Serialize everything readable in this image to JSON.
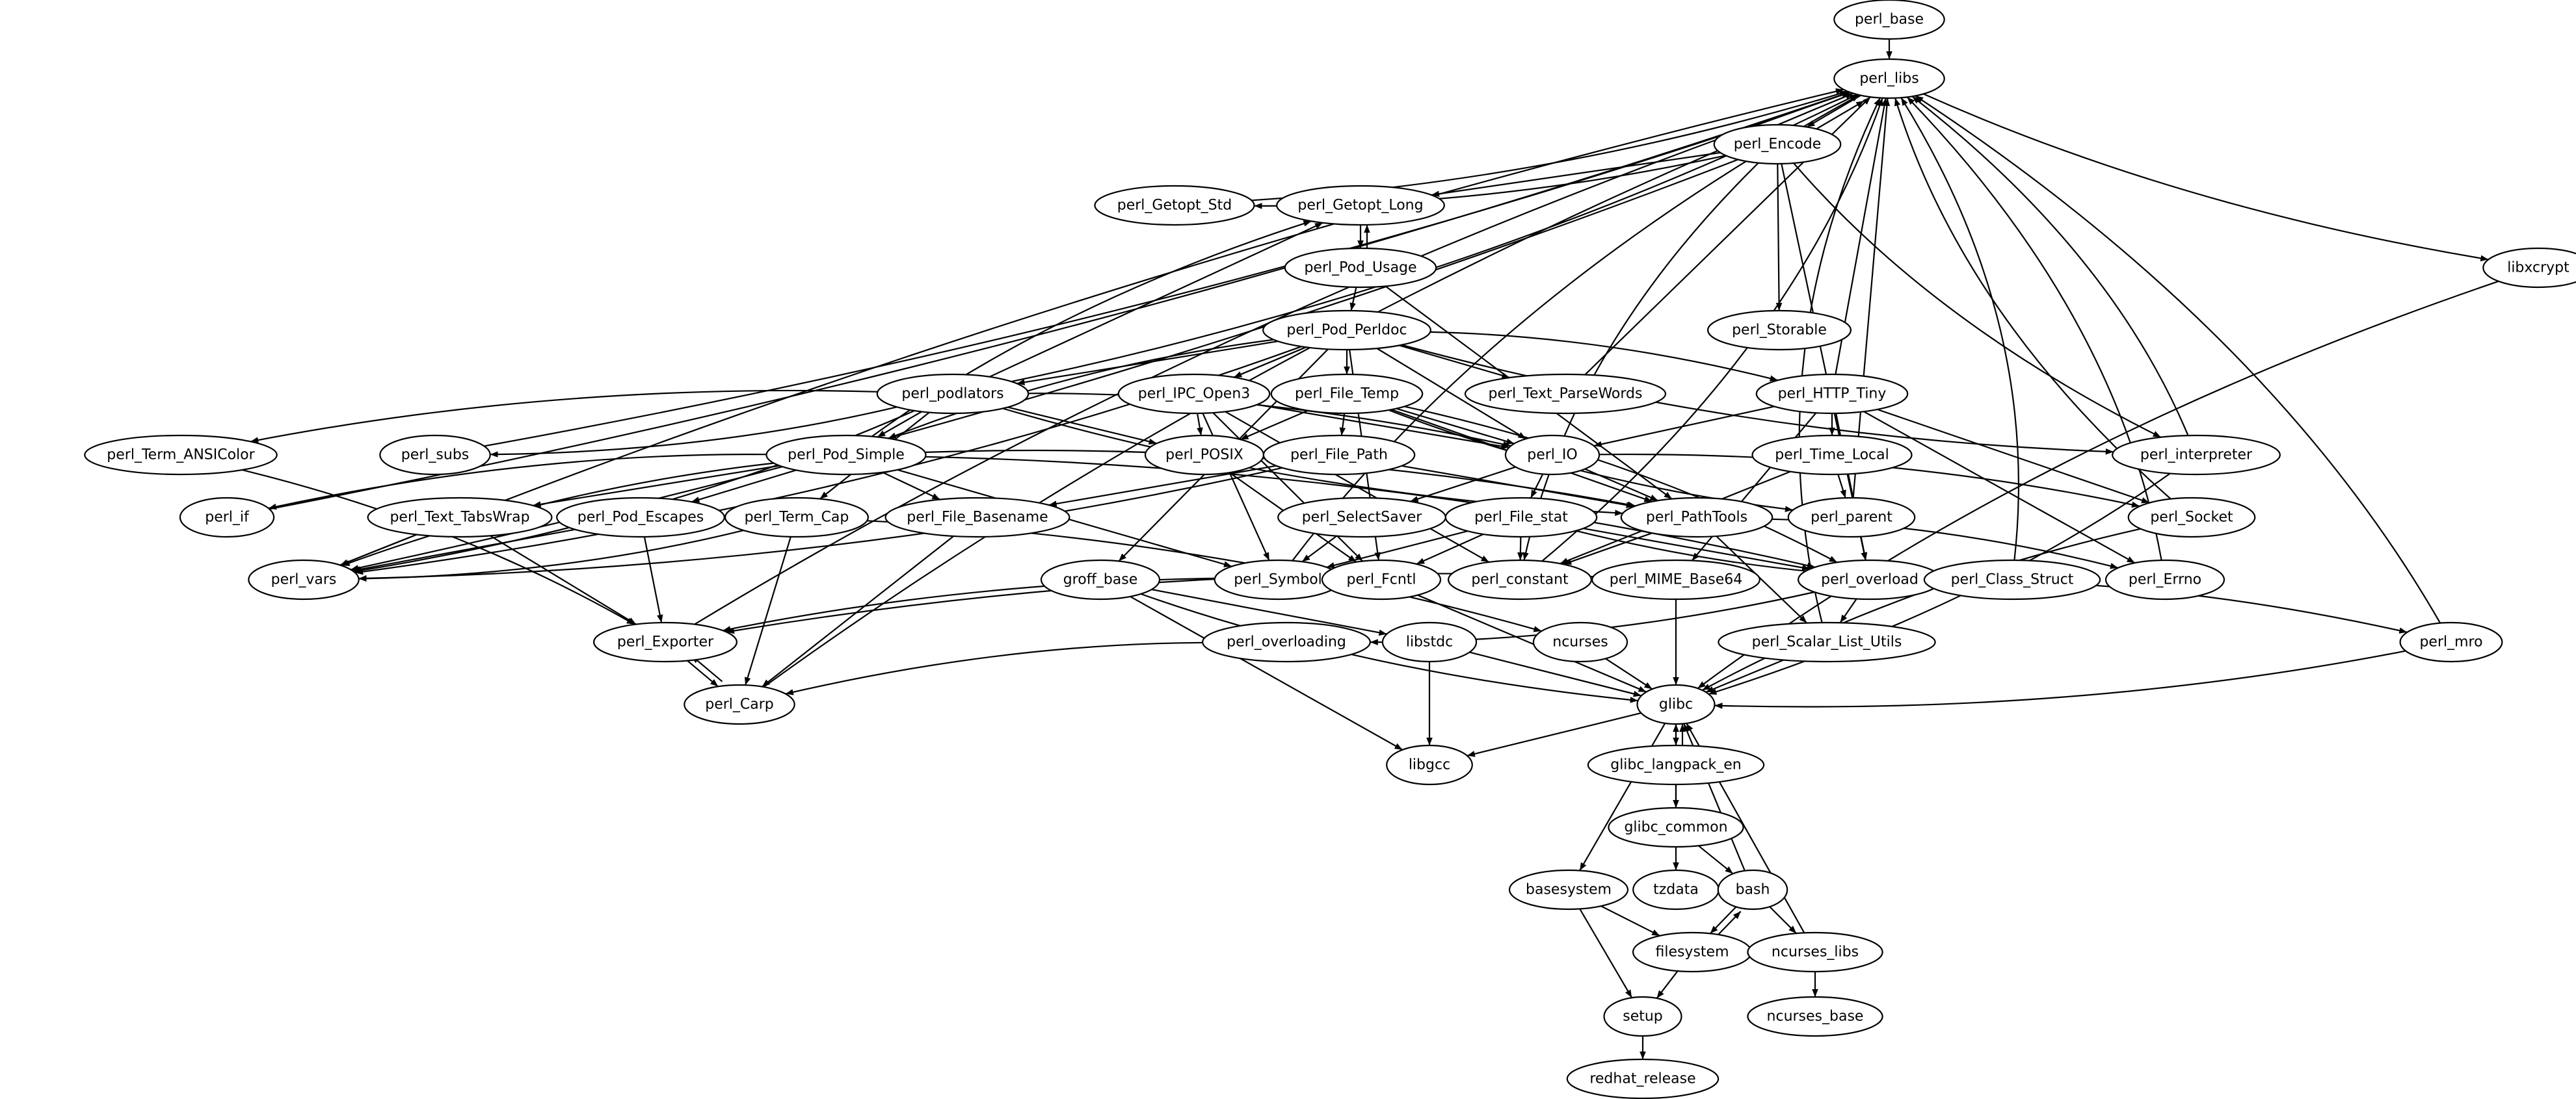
{
  "graph": {
    "type": "directed-dependency-graph",
    "colors": {
      "stroke": "#000000",
      "fill": "#ffffff",
      "background": "#ffffff"
    },
    "nodes": [
      {
        "id": "perl_base",
        "label": "perl_base"
      },
      {
        "id": "perl_libs",
        "label": "perl_libs"
      },
      {
        "id": "perl_Encode",
        "label": "perl_Encode"
      },
      {
        "id": "perl_Getopt_Std",
        "label": "perl_Getopt_Std"
      },
      {
        "id": "perl_Getopt_Long",
        "label": "perl_Getopt_Long"
      },
      {
        "id": "perl_Pod_Usage",
        "label": "perl_Pod_Usage"
      },
      {
        "id": "perl_Storable",
        "label": "perl_Storable"
      },
      {
        "id": "libxcrypt",
        "label": "libxcrypt"
      },
      {
        "id": "perl_Pod_Perldoc",
        "label": "perl_Pod_Perldoc"
      },
      {
        "id": "perl_podlators",
        "label": "perl_podlators"
      },
      {
        "id": "perl_IPC_Open3",
        "label": "perl_IPC_Open3"
      },
      {
        "id": "perl_File_Temp",
        "label": "perl_File_Temp"
      },
      {
        "id": "perl_Text_ParseWords",
        "label": "perl_Text_ParseWords"
      },
      {
        "id": "perl_HTTP_Tiny",
        "label": "perl_HTTP_Tiny"
      },
      {
        "id": "perl_Term_ANSIColor",
        "label": "perl_Term_ANSIColor"
      },
      {
        "id": "perl_subs",
        "label": "perl_subs"
      },
      {
        "id": "perl_Pod_Simple",
        "label": "perl_Pod_Simple"
      },
      {
        "id": "perl_POSIX",
        "label": "perl_POSIX"
      },
      {
        "id": "perl_File_Path",
        "label": "perl_File_Path"
      },
      {
        "id": "perl_IO",
        "label": "perl_IO"
      },
      {
        "id": "perl_Time_Local",
        "label": "perl_Time_Local"
      },
      {
        "id": "perl_interpreter",
        "label": "perl_interpreter"
      },
      {
        "id": "perl_if",
        "label": "perl_if"
      },
      {
        "id": "perl_Text_TabsWrap",
        "label": "perl_Text_TabsWrap"
      },
      {
        "id": "perl_Pod_Escapes",
        "label": "perl_Pod_Escapes"
      },
      {
        "id": "perl_Term_Cap",
        "label": "perl_Term_Cap"
      },
      {
        "id": "perl_File_Basename",
        "label": "perl_File_Basename"
      },
      {
        "id": "perl_SelectSaver",
        "label": "perl_SelectSaver"
      },
      {
        "id": "perl_File_stat",
        "label": "perl_File_stat"
      },
      {
        "id": "perl_PathTools",
        "label": "perl_PathTools"
      },
      {
        "id": "perl_parent",
        "label": "perl_parent"
      },
      {
        "id": "perl_Socket",
        "label": "perl_Socket"
      },
      {
        "id": "perl_vars",
        "label": "perl_vars"
      },
      {
        "id": "groff_base",
        "label": "groff_base"
      },
      {
        "id": "perl_Symbol",
        "label": "perl_Symbol"
      },
      {
        "id": "perl_Fcntl",
        "label": "perl_Fcntl"
      },
      {
        "id": "perl_constant",
        "label": "perl_constant"
      },
      {
        "id": "perl_MIME_Base64",
        "label": "perl_MIME_Base64"
      },
      {
        "id": "perl_overload",
        "label": "perl_overload"
      },
      {
        "id": "perl_Class_Struct",
        "label": "perl_Class_Struct"
      },
      {
        "id": "perl_Errno",
        "label": "perl_Errno"
      },
      {
        "id": "perl_Exporter",
        "label": "perl_Exporter"
      },
      {
        "id": "perl_overloading",
        "label": "perl_overloading"
      },
      {
        "id": "libstdc",
        "label": "libstdc"
      },
      {
        "id": "ncurses",
        "label": "ncurses"
      },
      {
        "id": "perl_Scalar_List_Utils",
        "label": "perl_Scalar_List_Utils"
      },
      {
        "id": "perl_mro",
        "label": "perl_mro"
      },
      {
        "id": "perl_Carp",
        "label": "perl_Carp"
      },
      {
        "id": "glibc",
        "label": "glibc"
      },
      {
        "id": "libgcc",
        "label": "libgcc"
      },
      {
        "id": "glibc_langpack_en",
        "label": "glibc_langpack_en"
      },
      {
        "id": "glibc_common",
        "label": "glibc_common"
      },
      {
        "id": "basesystem",
        "label": "basesystem"
      },
      {
        "id": "tzdata",
        "label": "tzdata"
      },
      {
        "id": "bash",
        "label": "bash"
      },
      {
        "id": "filesystem",
        "label": "filesystem"
      },
      {
        "id": "ncurses_libs",
        "label": "ncurses_libs"
      },
      {
        "id": "setup",
        "label": "setup"
      },
      {
        "id": "ncurses_base",
        "label": "ncurses_base"
      },
      {
        "id": "redhat_release",
        "label": "redhat_release"
      }
    ],
    "edges": [
      [
        "perl_base",
        "perl_libs"
      ],
      [
        "perl_libs",
        "perl_Encode"
      ],
      [
        "perl_Encode",
        "perl_libs"
      ],
      [
        "perl_libs",
        "libxcrypt"
      ],
      [
        "perl_Encode",
        "perl_Getopt_Std"
      ],
      [
        "perl_Encode",
        "perl_Getopt_Long"
      ],
      [
        "perl_Encode",
        "perl_Storable"
      ],
      [
        "perl_Encode",
        "perl_interpreter"
      ],
      [
        "perl_Encode",
        "perl_overload"
      ],
      [
        "perl_Encode",
        "perl_constant"
      ],
      [
        "perl_Encode",
        "perl_vars"
      ],
      [
        "perl_Getopt_Std",
        "perl_libs"
      ],
      [
        "perl_Getopt_Long",
        "perl_Pod_Usage"
      ],
      [
        "perl_Pod_Usage",
        "perl_Getopt_Long"
      ],
      [
        "perl_Pod_Usage",
        "perl_Pod_Perldoc"
      ],
      [
        "perl_Pod_Usage",
        "perl_PathTools"
      ],
      [
        "perl_Pod_Perldoc",
        "perl_podlators"
      ],
      [
        "perl_Pod_Perldoc",
        "perl_IPC_Open3"
      ],
      [
        "perl_Pod_Perldoc",
        "perl_File_Temp"
      ],
      [
        "perl_Pod_Perldoc",
        "perl_Text_ParseWords"
      ],
      [
        "perl_Pod_Perldoc",
        "perl_HTTP_Tiny"
      ],
      [
        "perl_Pod_Perldoc",
        "perl_Pod_Simple"
      ],
      [
        "perl_Pod_Perldoc",
        "perl_IO"
      ],
      [
        "perl_Pod_Perldoc",
        "perl_interpreter"
      ],
      [
        "perl_Pod_Perldoc",
        "perl_vars"
      ],
      [
        "perl_Pod_Perldoc",
        "groff_base"
      ],
      [
        "perl_Pod_Perldoc",
        "perl_Fcntl"
      ],
      [
        "perl_podlators",
        "perl_libs"
      ],
      [
        "perl_podlators",
        "perl_Getopt_Long"
      ],
      [
        "perl_podlators",
        "perl_Term_ANSIColor"
      ],
      [
        "perl_podlators",
        "perl_subs"
      ],
      [
        "perl_podlators",
        "perl_Pod_Simple"
      ],
      [
        "perl_podlators",
        "perl_POSIX"
      ],
      [
        "perl_podlators",
        "perl_Term_Cap"
      ],
      [
        "perl_podlators",
        "perl_vars"
      ],
      [
        "perl_podlators",
        "perl_PathTools"
      ],
      [
        "perl_podlators",
        "perl_IO"
      ],
      [
        "perl_IPC_Open3",
        "perl_POSIX"
      ],
      [
        "perl_IPC_Open3",
        "perl_Symbol"
      ],
      [
        "perl_IPC_Open3",
        "perl_IO"
      ],
      [
        "perl_IPC_Open3",
        "perl_constant"
      ],
      [
        "perl_IPC_Open3",
        "perl_Fcntl"
      ],
      [
        "perl_File_Temp",
        "perl_POSIX"
      ],
      [
        "perl_File_Temp",
        "perl_File_Path"
      ],
      [
        "perl_File_Temp",
        "perl_IO"
      ],
      [
        "perl_File_Temp",
        "perl_parent"
      ],
      [
        "perl_File_Temp",
        "perl_overload"
      ],
      [
        "perl_File_Temp",
        "perl_PathTools"
      ],
      [
        "perl_Text_ParseWords",
        "perl_libs"
      ],
      [
        "perl_HTTP_Tiny",
        "perl_libs"
      ],
      [
        "perl_HTTP_Tiny",
        "perl_IO"
      ],
      [
        "perl_HTTP_Tiny",
        "perl_Time_Local"
      ],
      [
        "perl_HTTP_Tiny",
        "perl_Socket"
      ],
      [
        "perl_HTTP_Tiny",
        "perl_Errno"
      ],
      [
        "perl_HTTP_Tiny",
        "perl_MIME_Base64"
      ],
      [
        "perl_HTTP_Tiny",
        "perl_overload"
      ],
      [
        "perl_Term_ANSIColor",
        "perl_Exporter"
      ],
      [
        "perl_subs",
        "perl_libs"
      ],
      [
        "perl_Pod_Simple",
        "perl_Getopt_Long"
      ],
      [
        "perl_Pod_Simple",
        "perl_if"
      ],
      [
        "perl_Pod_Simple",
        "perl_Text_TabsWrap"
      ],
      [
        "perl_Pod_Simple",
        "perl_Pod_Escapes"
      ],
      [
        "perl_Pod_Simple",
        "perl_File_Basename"
      ],
      [
        "perl_Pod_Simple",
        "perl_vars"
      ],
      [
        "perl_Pod_Simple",
        "perl_PathTools"
      ],
      [
        "perl_Pod_Simple",
        "perl_Symbol"
      ],
      [
        "perl_Pod_Simple",
        "perl_overload"
      ],
      [
        "perl_POSIX",
        "perl_Fcntl"
      ],
      [
        "perl_File_Path",
        "perl_File_Basename"
      ],
      [
        "perl_File_Path",
        "perl_PathTools"
      ],
      [
        "perl_File_Path",
        "perl_vars"
      ],
      [
        "perl_IO",
        "perl_SelectSaver"
      ],
      [
        "perl_IO",
        "perl_File_stat"
      ],
      [
        "perl_IO",
        "perl_PathTools"
      ],
      [
        "perl_IO",
        "perl_Socket"
      ],
      [
        "perl_Time_Local",
        "perl_parent"
      ],
      [
        "perl_Time_Local",
        "perl_constant"
      ],
      [
        "perl_interpreter",
        "perl_libs"
      ],
      [
        "perl_interpreter",
        "glibc"
      ],
      [
        "perl_if",
        "perl_libs"
      ],
      [
        "perl_Text_TabsWrap",
        "perl_vars"
      ],
      [
        "perl_Text_TabsWrap",
        "perl_Exporter"
      ],
      [
        "perl_Pod_Escapes",
        "perl_vars"
      ],
      [
        "perl_Pod_Escapes",
        "perl_Exporter"
      ],
      [
        "perl_Term_Cap",
        "perl_vars"
      ],
      [
        "perl_Term_Cap",
        "perl_Carp"
      ],
      [
        "perl_Term_Cap",
        "ncurses"
      ],
      [
        "perl_File_Basename",
        "perl_Carp"
      ],
      [
        "perl_SelectSaver",
        "perl_Symbol"
      ],
      [
        "perl_File_stat",
        "perl_Symbol"
      ],
      [
        "perl_File_stat",
        "perl_Fcntl"
      ],
      [
        "perl_File_stat",
        "perl_constant"
      ],
      [
        "perl_File_stat",
        "perl_overload"
      ],
      [
        "perl_File_stat",
        "perl_Class_Struct"
      ],
      [
        "perl_PathTools",
        "perl_constant"
      ],
      [
        "perl_PathTools",
        "perl_Scalar_List_Utils"
      ],
      [
        "perl_PathTools",
        "perl_Errno"
      ],
      [
        "perl_parent",
        "perl_libs"
      ],
      [
        "perl_Socket",
        "perl_libs"
      ],
      [
        "perl_Socket",
        "glibc"
      ],
      [
        "perl_vars",
        "perl_libs"
      ],
      [
        "groff_base",
        "libstdc"
      ],
      [
        "groff_base",
        "libgcc"
      ],
      [
        "groff_base",
        "glibc"
      ],
      [
        "perl_Symbol",
        "perl_libs"
      ],
      [
        "perl_Fcntl",
        "perl_Exporter"
      ],
      [
        "perl_Fcntl",
        "glibc"
      ],
      [
        "perl_constant",
        "perl_libs"
      ],
      [
        "perl_MIME_Base64",
        "glibc"
      ],
      [
        "perl_MIME_Base64",
        "perl_Exporter"
      ],
      [
        "perl_overload",
        "perl_overloading"
      ],
      [
        "perl_overload",
        "perl_Scalar_List_Utils"
      ],
      [
        "perl_overload",
        "perl_mro"
      ],
      [
        "perl_Class_Struct",
        "perl_libs"
      ],
      [
        "perl_Class_Struct",
        "perl_overload"
      ],
      [
        "perl_Errno",
        "perl_libs"
      ],
      [
        "perl_Exporter",
        "perl_Carp"
      ],
      [
        "perl_Carp",
        "perl_Exporter"
      ],
      [
        "perl_Carp",
        "perl_libs"
      ],
      [
        "perl_overloading",
        "perl_Carp"
      ],
      [
        "libstdc",
        "libgcc"
      ],
      [
        "libstdc",
        "glibc"
      ],
      [
        "ncurses",
        "glibc"
      ],
      [
        "perl_Scalar_List_Utils",
        "glibc"
      ],
      [
        "perl_Scalar_List_Utils",
        "perl_libs"
      ],
      [
        "perl_mro",
        "perl_libs"
      ],
      [
        "perl_mro",
        "glibc"
      ],
      [
        "libxcrypt",
        "glibc"
      ],
      [
        "glibc",
        "libgcc"
      ],
      [
        "glibc",
        "glibc_langpack_en"
      ],
      [
        "glibc_langpack_en",
        "glibc"
      ],
      [
        "glibc_langpack_en",
        "glibc_common"
      ],
      [
        "glibc",
        "basesystem"
      ],
      [
        "glibc_common",
        "glibc"
      ],
      [
        "glibc_common",
        "tzdata"
      ],
      [
        "glibc_common",
        "bash"
      ],
      [
        "bash",
        "glibc"
      ],
      [
        "bash",
        "filesystem"
      ],
      [
        "filesystem",
        "bash"
      ],
      [
        "bash",
        "ncurses_libs"
      ],
      [
        "basesystem",
        "filesystem"
      ],
      [
        "basesystem",
        "setup"
      ],
      [
        "filesystem",
        "setup"
      ],
      [
        "ncurses_libs",
        "glibc"
      ],
      [
        "ncurses_libs",
        "ncurses_base"
      ],
      [
        "setup",
        "redhat_release"
      ],
      [
        "perl_Exporter",
        "perl_libs"
      ]
    ]
  }
}
